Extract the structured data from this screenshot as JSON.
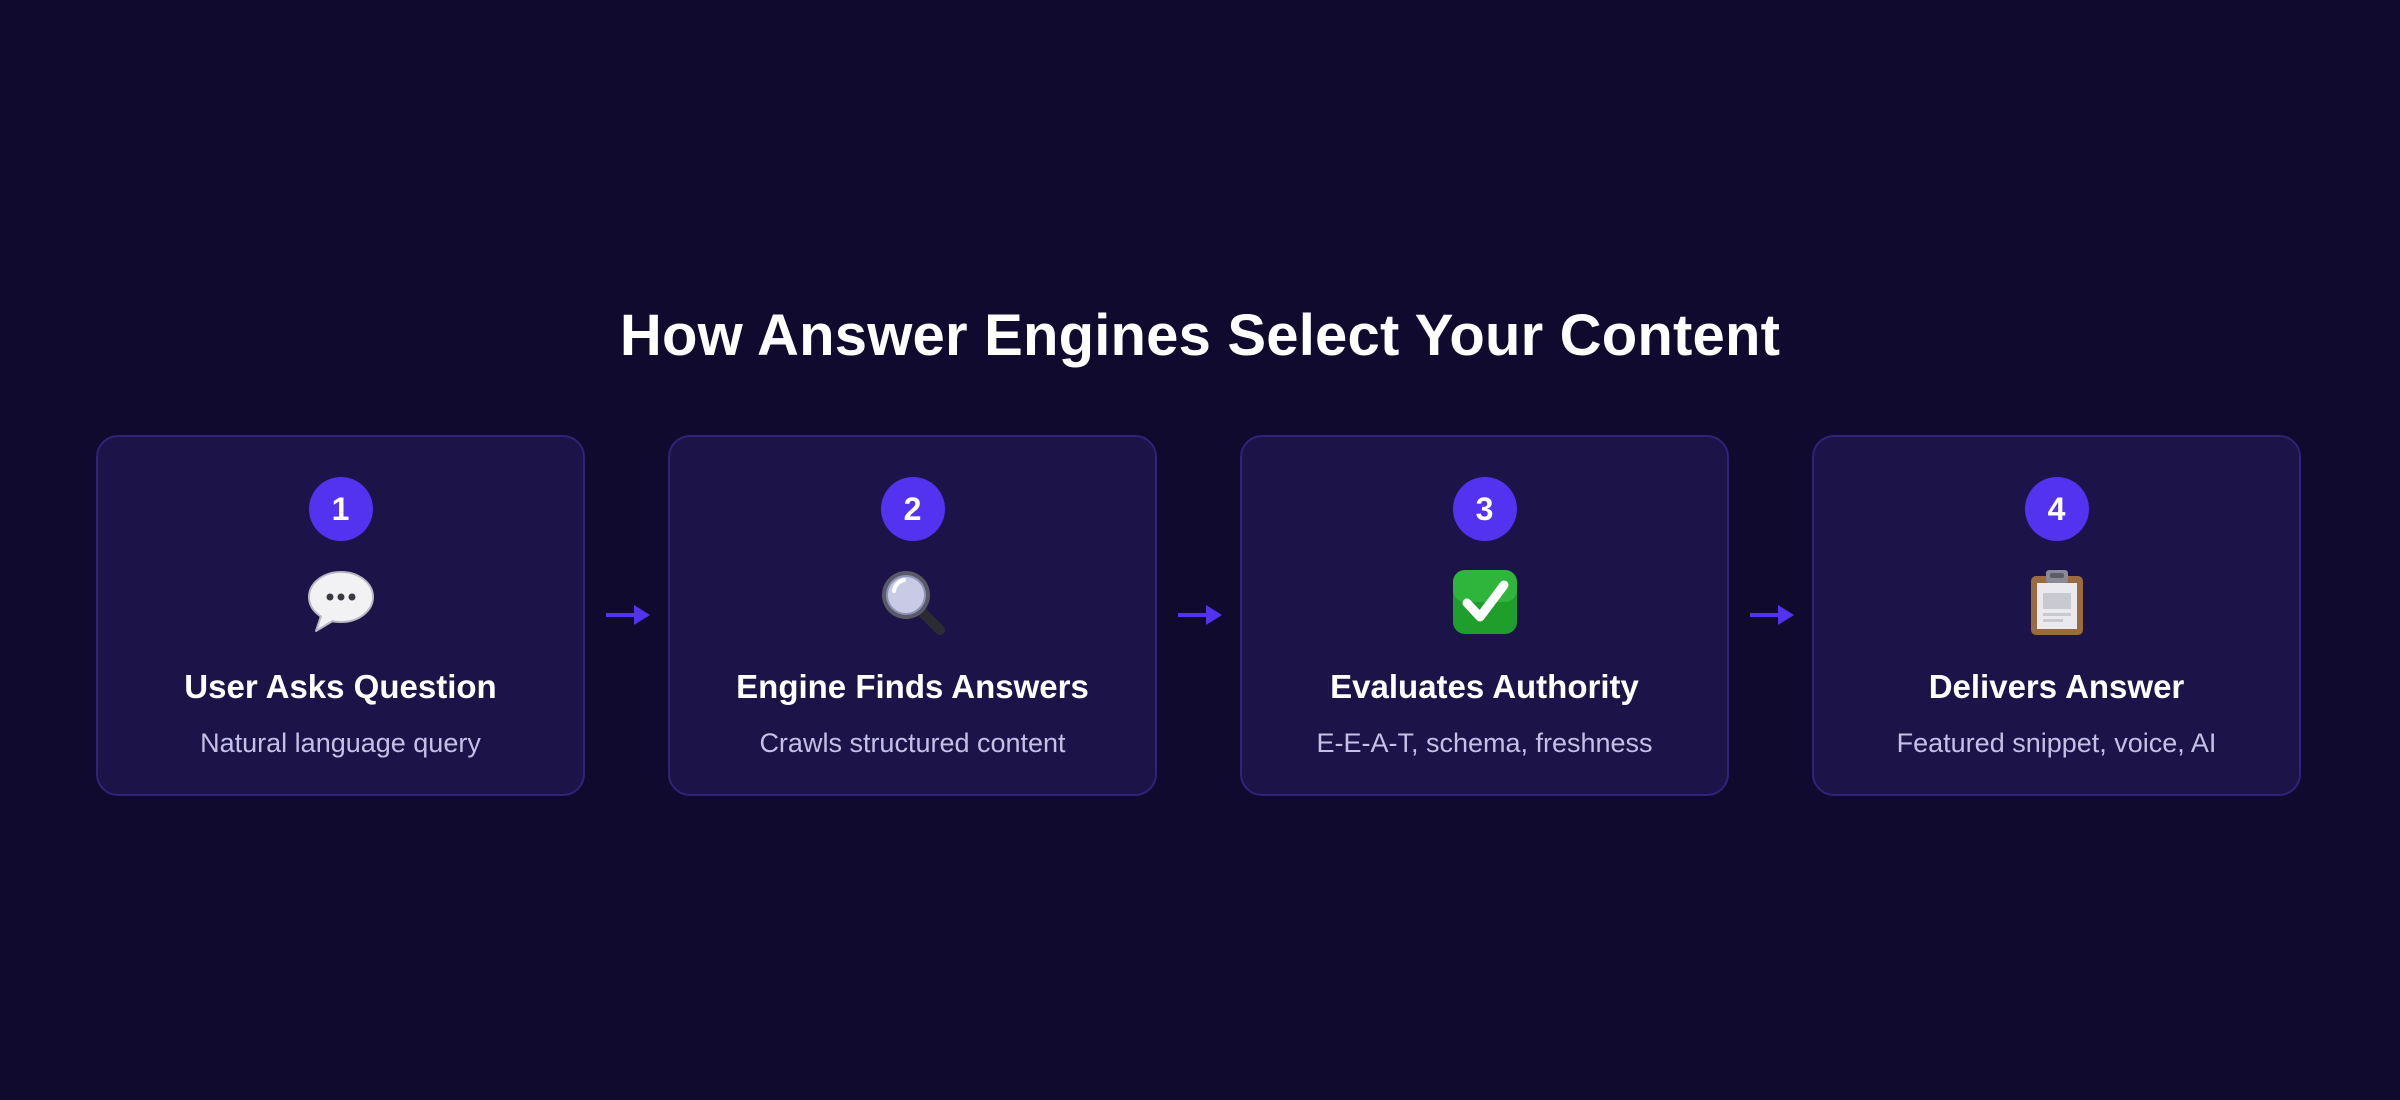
{
  "title": "How Answer Engines Select Your Content",
  "steps": [
    {
      "number": "1",
      "icon": "speech-bubble-icon",
      "title": "User Asks Question",
      "description": "Natural language query"
    },
    {
      "number": "2",
      "icon": "magnifying-glass-icon",
      "title": "Engine Finds Answers",
      "description": "Crawls structured content"
    },
    {
      "number": "3",
      "icon": "check-mark-icon",
      "title": "Evaluates Authority",
      "description": "E-E-A-T, schema, freshness"
    },
    {
      "number": "4",
      "icon": "clipboard-icon",
      "title": "Delivers Answer",
      "description": "Featured snippet, voice, AI"
    }
  ],
  "colors": {
    "background": "#100b2e",
    "card": "#1c1348",
    "card_border": "#2f237a",
    "accent": "#5433f0",
    "description_text": "#c4c0e6"
  }
}
